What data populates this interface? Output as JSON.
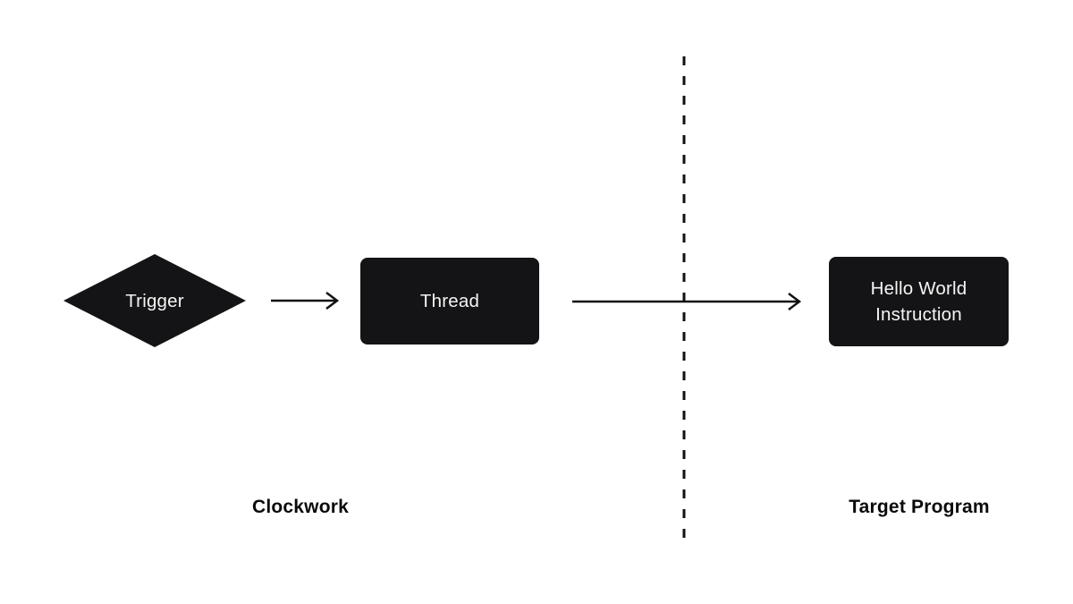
{
  "diagram": {
    "nodes": [
      {
        "id": "trigger",
        "shape": "diamond",
        "label": "Trigger"
      },
      {
        "id": "thread",
        "shape": "rect",
        "label": "Thread"
      },
      {
        "id": "hello-world-instruction",
        "shape": "rect",
        "label": "Hello World Instruction"
      }
    ],
    "edges": [
      {
        "from": "Trigger",
        "to": "Thread",
        "style": "solid-arrow"
      },
      {
        "from": "Thread",
        "to": "Hello World Instruction",
        "style": "solid-arrow"
      }
    ],
    "boundary": {
      "style": "dashed-vertical-line",
      "separates": [
        "Clockwork",
        "Target Program"
      ]
    },
    "section_labels": [
      {
        "id": "left",
        "label": "Clockwork"
      },
      {
        "id": "right",
        "label": "Target Program"
      }
    ]
  },
  "colors": {
    "node_fill": "#141416",
    "node_text": "#f5f5f5",
    "line": "#111111",
    "label_text": "#0a0a0a",
    "background": "#ffffff"
  }
}
